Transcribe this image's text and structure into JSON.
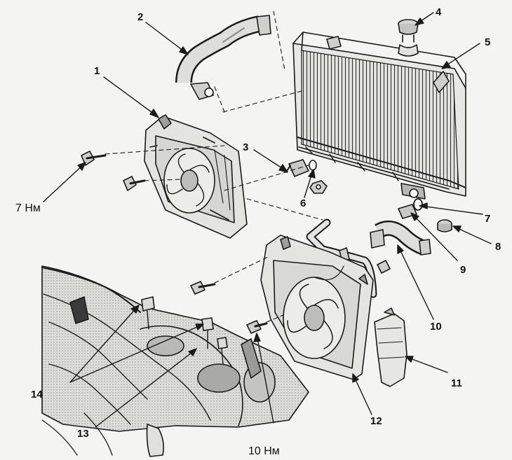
{
  "callouts": {
    "c1": "1",
    "c2": "2",
    "c3": "3",
    "c4": "4",
    "c5": "5",
    "c6": "6",
    "c7": "7",
    "c8": "8",
    "c9": "9",
    "c10": "10",
    "c11": "11",
    "c12": "12",
    "c13": "13",
    "c14": "14"
  },
  "torque": {
    "left": "7 Нм",
    "bottom": "10 Нм"
  },
  "colors": {
    "ink": "#1a1a1a",
    "paper": "#f4f4f2",
    "fill_light": "#e2e2df",
    "fill_dark": "#9a9a96"
  },
  "parts": [
    "auxiliary-fan-shroud",
    "upper-radiator-hose",
    "thermoswitch",
    "radiator-cap",
    "radiator",
    "o-ring",
    "o-ring",
    "radiator-mount-cushion",
    "lower-radiator-hose",
    "reservoir-hose",
    "coolant-reservoir",
    "radiator-fan-shroud",
    "engine-compartment",
    "fan-motor-connectors"
  ]
}
